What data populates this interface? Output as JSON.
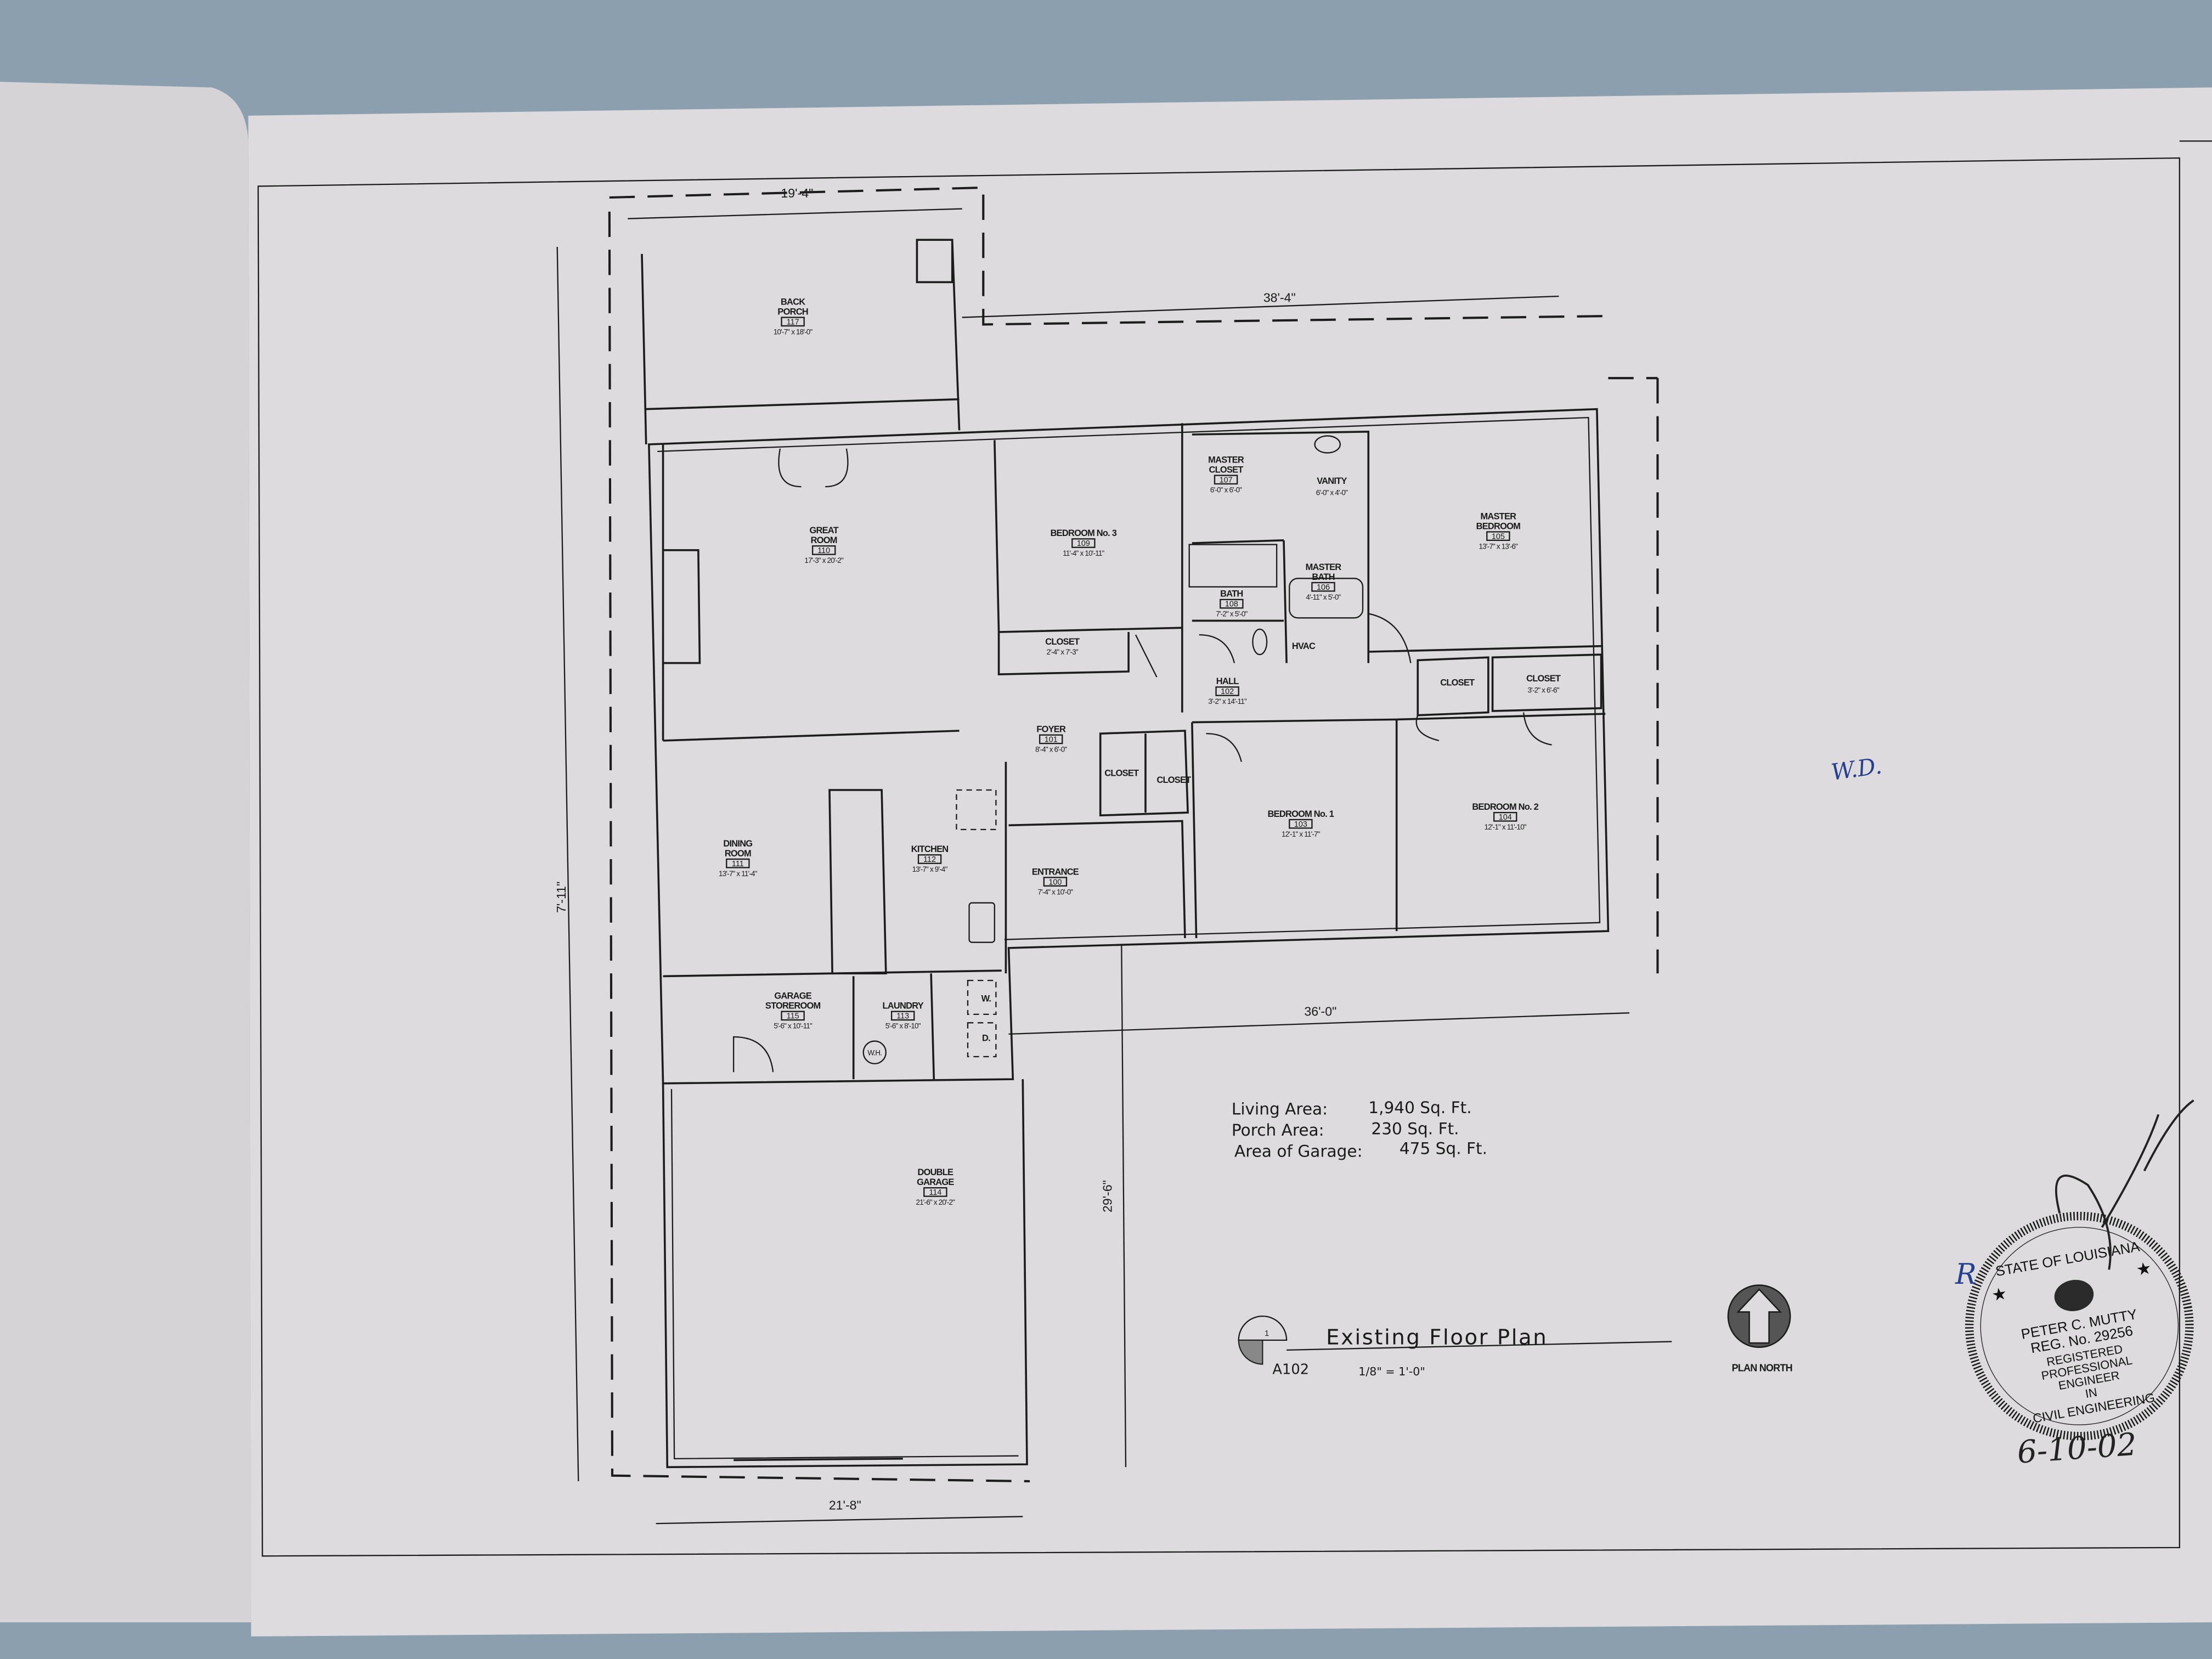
{
  "sheet": {
    "title": "Existing Floor Plan",
    "sheet_number": "A102",
    "detail_number": "1",
    "scale": "1/8\" = 1'-0\"",
    "north_label": "PLAN NORTH"
  },
  "rooms": [
    {
      "lines": [
        "BACK",
        "PORCH"
      ],
      "number": "117",
      "size": "10'-7\" x 18'-0\""
    },
    {
      "lines": [
        "GREAT",
        "ROOM"
      ],
      "number": "110",
      "size": "17'-3\" x 20'-2\""
    },
    {
      "lines": [
        "BEDROOM No. 3"
      ],
      "number": "109",
      "size": "11'-4\" x 10'-11\""
    },
    {
      "lines": [
        "CLOSET"
      ],
      "size": "2'-4\" x 7'-3\""
    },
    {
      "lines": [
        "MASTER",
        "CLOSET"
      ],
      "number": "107",
      "size": "6'-0\" x 6'-0\""
    },
    {
      "lines": [
        "VANITY"
      ],
      "size": "6'-0\" x 4'-0\""
    },
    {
      "lines": [
        "MASTER",
        "BEDROOM"
      ],
      "number": "105",
      "size": "13'-7\" x 13'-6\""
    },
    {
      "lines": [
        "BATH"
      ],
      "number": "108",
      "size": "7'-2\" x 5'-0\""
    },
    {
      "lines": [
        "MASTER",
        "BATH"
      ],
      "number": "106",
      "size": "4'-11\" x 5'-0\""
    },
    {
      "lines": [
        "HVAC"
      ]
    },
    {
      "lines": [
        "HALL"
      ],
      "number": "102",
      "size": "3'-2\" x 14'-11\""
    },
    {
      "lines": [
        "CLOSET"
      ]
    },
    {
      "lines": [
        "CLOSET"
      ],
      "size": "3'-2\" x 6'-6\""
    },
    {
      "lines": [
        "FOYER"
      ],
      "number": "101",
      "size": "8'-4\" x 6'-0\""
    },
    {
      "lines": [
        "CLOSET"
      ]
    },
    {
      "lines": [
        "CLOSET"
      ]
    },
    {
      "lines": [
        "BEDROOM No. 1"
      ],
      "number": "103",
      "size": "12'-1\" x 11'-7\""
    },
    {
      "lines": [
        "BEDROOM No. 2"
      ],
      "number": "104",
      "size": "12'-1\" x 11'-10\""
    },
    {
      "lines": [
        "DINING",
        "ROOM"
      ],
      "number": "111",
      "size": "13'-7\" x 11'-4\""
    },
    {
      "lines": [
        "KITCHEN"
      ],
      "number": "112",
      "size": "13'-7\" x 9'-4\""
    },
    {
      "lines": [
        "ENTRANCE"
      ],
      "number": "100",
      "size": "7'-4\" x 10'-0\""
    },
    {
      "lines": [
        "GARAGE",
        "STOREROOM"
      ],
      "number": "115",
      "size": "5'-6\" x 10'-11\""
    },
    {
      "lines": [
        "LAUNDRY"
      ],
      "number": "113",
      "size": "5'-6\" x 8'-10\""
    },
    {
      "lines": [
        "DOUBLE",
        "GARAGE"
      ],
      "number": "114",
      "size": "21'-6\" x 20'-2\""
    }
  ],
  "fixtures": {
    "water_heater": "W.H.",
    "washer": "W.",
    "dryer": "D."
  },
  "dimensions": {
    "back_porch_width": "19'-4\"",
    "rear_width": "38'-4\"",
    "front_width": "36'-0\"",
    "garage_width": "21'-8\"",
    "overall_depth": "7'-11\"",
    "garage_depth": "29'-6\""
  },
  "areas": [
    {
      "label": "Living Area:",
      "value": "1,940 Sq. Ft."
    },
    {
      "label": "Porch Area:",
      "value": "230 Sq. Ft."
    },
    {
      "label": "Area of Garage:",
      "value": "475 Sq. Ft."
    }
  ],
  "seal": {
    "top": "STATE OF LOUISIANA",
    "name": "PETER C. MUTTY",
    "reg": "REG. No. 29256",
    "line1": "REGISTERED",
    "line2": "PROFESSIONAL",
    "line3": "ENGINEER",
    "line4": "IN",
    "bottom": "CIVIL ENGINEERING"
  },
  "handwriting": {
    "date": "6-10-02",
    "initials": "W.D.",
    "mark": "R",
    "signature": "P. Mutty"
  },
  "colors": {
    "background": "#8c9fae",
    "paper": "#dddbdd",
    "ink": "#1c1c1c",
    "blue_ink": "#24408e"
  }
}
